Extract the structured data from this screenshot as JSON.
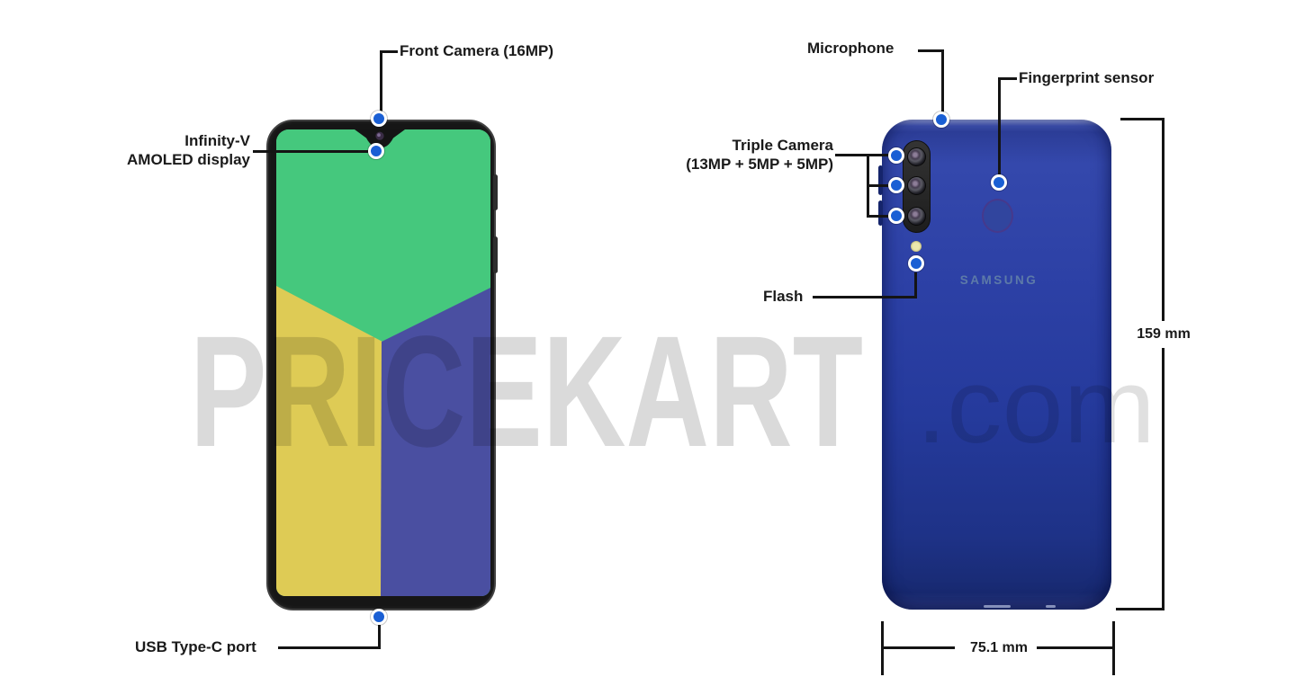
{
  "diagram": {
    "watermark_brand": "PRICEKART",
    "watermark_suffix": ".com"
  },
  "front_view": {
    "front_camera_label": "Front Camera (16MP)",
    "display_label_line1": "Infinity-V",
    "display_label_line2": "AMOLED display",
    "usb_label": "USB Type-C port"
  },
  "back_view": {
    "brand_logo": "SAMSUNG",
    "microphone_label": "Microphone",
    "fingerprint_label": "Fingerprint sensor",
    "triple_camera_label_line1": "Triple Camera",
    "triple_camera_label_line2": "(13MP + 5MP + 5MP)",
    "flash_label": "Flash",
    "height_dimension": "159 mm",
    "width_dimension": "75.1 mm"
  },
  "colors": {
    "callout-dot": "#1a5fd4",
    "screen-green": "#45c87d",
    "screen-yellow": "#decb55",
    "screen-indigo": "#4a4fa1",
    "flash-yellow": "#ece7ad",
    "samsung-logo": "#5d7aa8",
    "line": "#141414",
    "label-text": "#1a1a1a"
  }
}
